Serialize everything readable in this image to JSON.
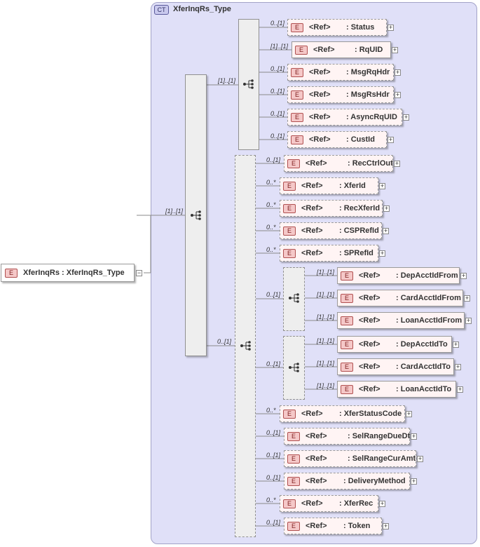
{
  "complex_type": {
    "badge": "CT",
    "title": "XferInqRs_Type"
  },
  "root_element": {
    "badge": "E",
    "label": "XferInqRs : XferInqRs_Type",
    "collapse": "−"
  },
  "ref_label": "<Ref>",
  "expand_symbol": "+",
  "element_badge": "E",
  "sequences": {
    "outer": {
      "cardinality": "[1]..[1]"
    },
    "header": {
      "cardinality": "[1]..[1]"
    },
    "body": {
      "cardinality": "0..[1]"
    },
    "from_acct": {
      "cardinality": "0..[1]"
    },
    "to_acct": {
      "cardinality": "0..[1]"
    }
  },
  "elements": [
    {
      "name": ": Status",
      "cardinality": "0..[1]"
    },
    {
      "name": ": RqUID",
      "cardinality": "[1]..[1]"
    },
    {
      "name": ": MsgRqHdr",
      "cardinality": "0..[1]"
    },
    {
      "name": ": MsgRsHdr",
      "cardinality": "0..[1]"
    },
    {
      "name": ": AsyncRqUID",
      "cardinality": "0..[1]"
    },
    {
      "name": ": CustId",
      "cardinality": "0..[1]"
    },
    {
      "name": ": RecCtrlOut",
      "cardinality": "0..[1]"
    },
    {
      "name": ": XferId",
      "cardinality": "0..*"
    },
    {
      "name": ": RecXferId",
      "cardinality": "0..*"
    },
    {
      "name": ": CSPRefId",
      "cardinality": "0..*"
    },
    {
      "name": ": SPRefId",
      "cardinality": "0..*"
    },
    {
      "name": ": DepAcctIdFrom",
      "cardinality": "[1]..[1]"
    },
    {
      "name": ": CardAcctIdFrom",
      "cardinality": "[1]..[1]"
    },
    {
      "name": ": LoanAcctIdFrom",
      "cardinality": "[1]..[1]"
    },
    {
      "name": ": DepAcctIdTo",
      "cardinality": "[1]..[1]"
    },
    {
      "name": ": CardAcctIdTo",
      "cardinality": "[1]..[1]"
    },
    {
      "name": ": LoanAcctIdTo",
      "cardinality": "[1]..[1]"
    },
    {
      "name": ": XferStatusCode",
      "cardinality": "0..*"
    },
    {
      "name": ": SelRangeDueDt",
      "cardinality": "0..[1]"
    },
    {
      "name": ": SelRangeCurAmt",
      "cardinality": "0..[1]"
    },
    {
      "name": ": DeliveryMethod",
      "cardinality": "0..[1]"
    },
    {
      "name": ": XferRec",
      "cardinality": "0..*"
    },
    {
      "name": ": Token",
      "cardinality": "0..[1]"
    }
  ]
}
